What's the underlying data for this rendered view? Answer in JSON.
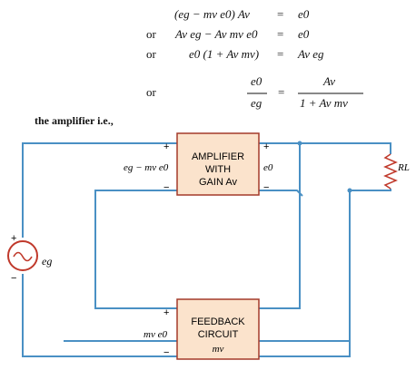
{
  "equations": [
    {
      "prefix": "",
      "lhs": "(eg − mv e0) Av",
      "eq": "=",
      "rhs": "e0"
    },
    {
      "prefix": "or",
      "lhs": "Av eg − Av mv e0",
      "eq": "=",
      "rhs": "e0"
    },
    {
      "prefix": "or",
      "lhs": "e0 (1 + Av mv)",
      "eq": "=",
      "rhs": "Av eg"
    },
    {
      "prefix": "or",
      "lhs_num": "e0",
      "lhs_den": "eg",
      "eq": "=",
      "rhs_num": "Av",
      "rhs_den": "1 + Av mv"
    }
  ],
  "caption": "the amplifier i.e.,",
  "amplifier": {
    "line1": "AMPLIFIER",
    "line2": "WITH",
    "line3": "GAIN Av"
  },
  "feedback": {
    "line1": "FEEDBACK",
    "line2": "CIRCUIT",
    "line3": "mv"
  },
  "labels": {
    "amp_input": "eg − mv e0",
    "amp_output": "e0",
    "feedback_input": "mv e0",
    "source": "eg",
    "load": "RL",
    "plus": "+",
    "minus": "−"
  },
  "colors": {
    "wire": "#4a90c4",
    "box_fill": "#fbe3cc",
    "box_stroke": "#a43a2a",
    "source_stroke": "#c0392b"
  }
}
